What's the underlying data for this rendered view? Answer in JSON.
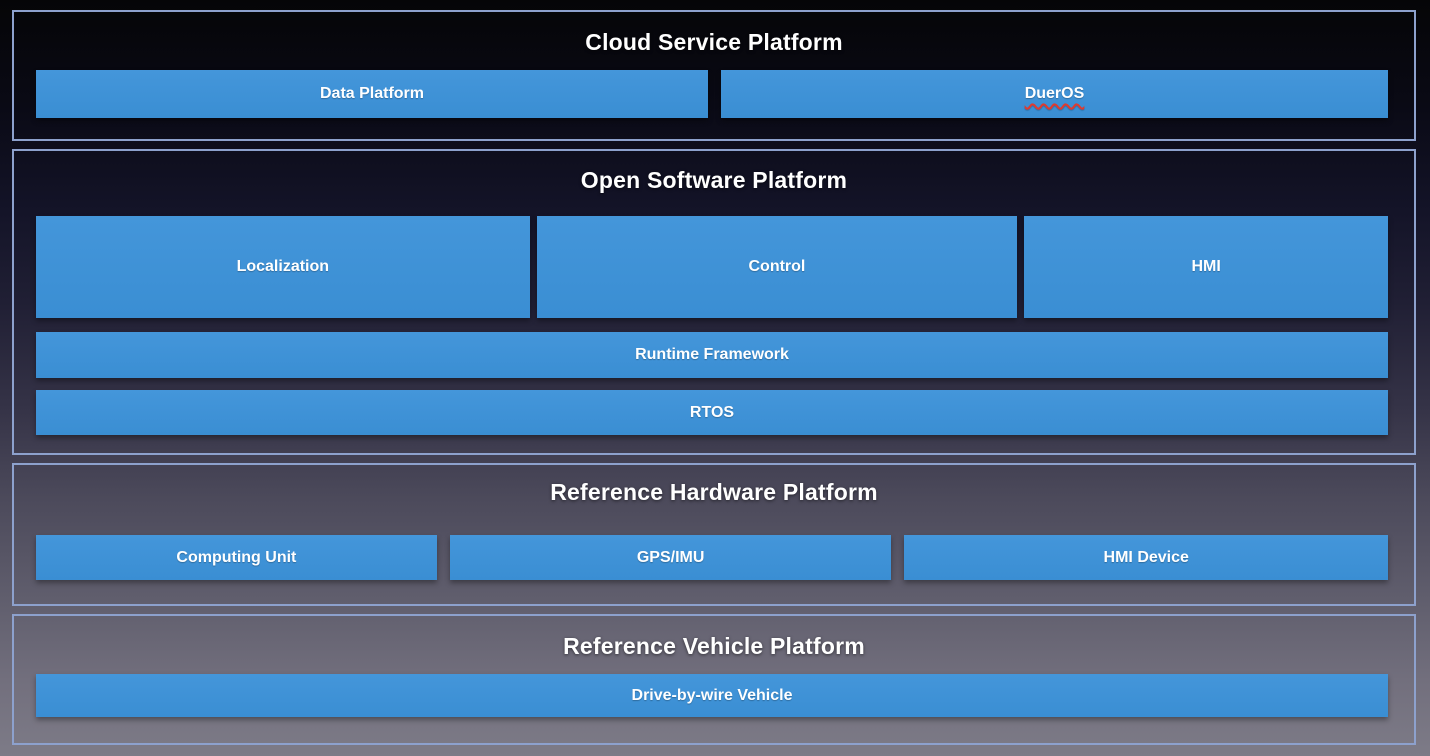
{
  "colors": {
    "box_blue": "#3a8ed3",
    "box_blue_light": "#4496da",
    "section_border": "#8da1cd",
    "spellcheck_red": "#e03a2f",
    "background_top": "#050507",
    "background_bottom": "#7d7b87",
    "text_white": "#ffffff"
  },
  "diagram": {
    "sections": [
      {
        "title": "Cloud Service Platform",
        "rows": [
          {
            "boxes": [
              {
                "label": "Data Platform"
              },
              {
                "label": "DuerOS",
                "spellcheck": true
              }
            ]
          }
        ]
      },
      {
        "title": "Open Software Platform",
        "rows": [
          {
            "boxes": [
              {
                "label": "Localization"
              },
              {
                "label": "Control"
              },
              {
                "label": "HMI"
              }
            ]
          },
          {
            "boxes": [
              {
                "label": "Runtime Framework"
              }
            ]
          },
          {
            "boxes": [
              {
                "label": "RTOS"
              }
            ]
          }
        ]
      },
      {
        "title": "Reference Hardware Platform",
        "rows": [
          {
            "boxes": [
              {
                "label": "Computing Unit"
              },
              {
                "label": "GPS/IMU"
              },
              {
                "label": "HMI Device"
              }
            ]
          }
        ]
      },
      {
        "title": "Reference Vehicle Platform",
        "rows": [
          {
            "boxes": [
              {
                "label": "Drive-by-wire Vehicle"
              }
            ]
          }
        ]
      }
    ]
  }
}
